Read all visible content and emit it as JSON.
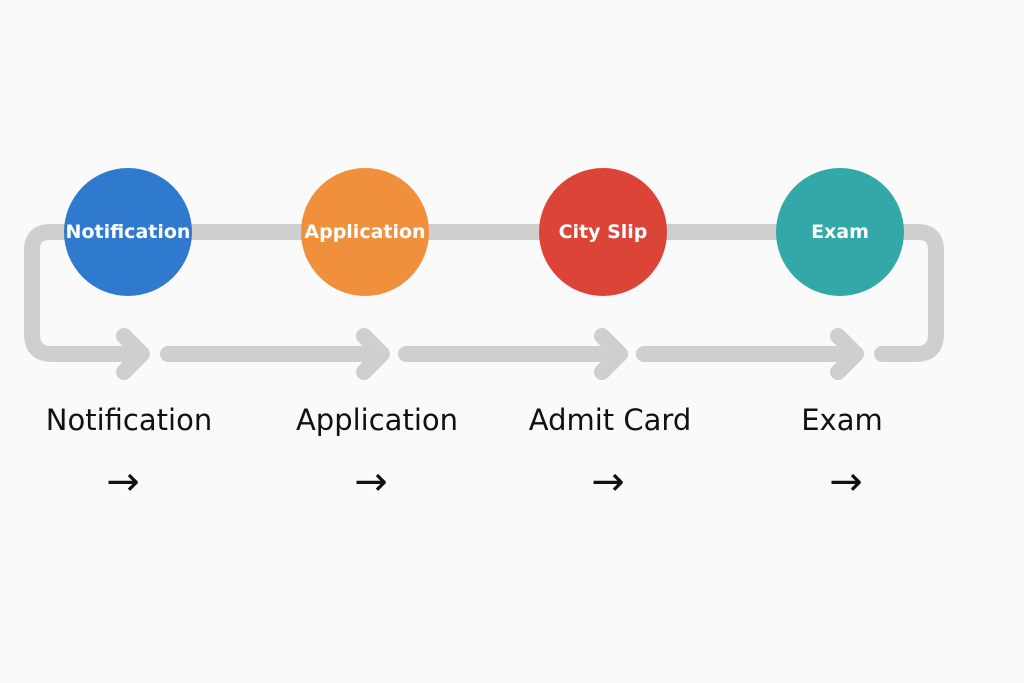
{
  "nodes": [
    {
      "label": "Notification",
      "color": "#2f79cf"
    },
    {
      "label": "Application",
      "color": "#f08f3c"
    },
    {
      "label": "City Slip",
      "color": "#dd4438"
    },
    {
      "label": "Exam",
      "color": "#33a8a8"
    }
  ],
  "steps": [
    {
      "label": "Notification",
      "arrow": "→"
    },
    {
      "label": "Application",
      "arrow": "→"
    },
    {
      "label": "Admit Card",
      "arrow": "→"
    },
    {
      "label": "Exam",
      "arrow": "→"
    }
  ],
  "track_color": "#cfcfcf"
}
